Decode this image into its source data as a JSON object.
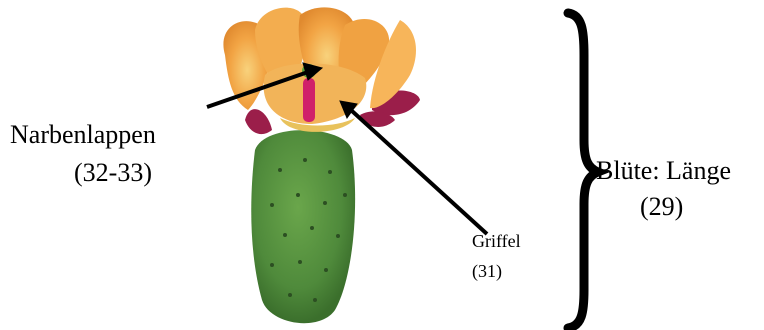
{
  "labels": {
    "narbenlappen": {
      "name": "Narbenlappen",
      "number": "(32-33)"
    },
    "griffel": {
      "name": "Griffel",
      "number": "(31)"
    },
    "bluete": {
      "name": "Blüte: Länge",
      "number": "(29)"
    }
  },
  "colors": {
    "cactus_body": "#4f8a3b",
    "cactus_shade": "#3b6f2c",
    "petal": "#f2a444",
    "petal_light": "#f7c06a",
    "petal_dark": "#d9852e",
    "stigma": "#5ba03a",
    "style": "#d0216a",
    "sepal": "#9b1e4a",
    "arrow": "#000000",
    "bracket": "#000000"
  }
}
